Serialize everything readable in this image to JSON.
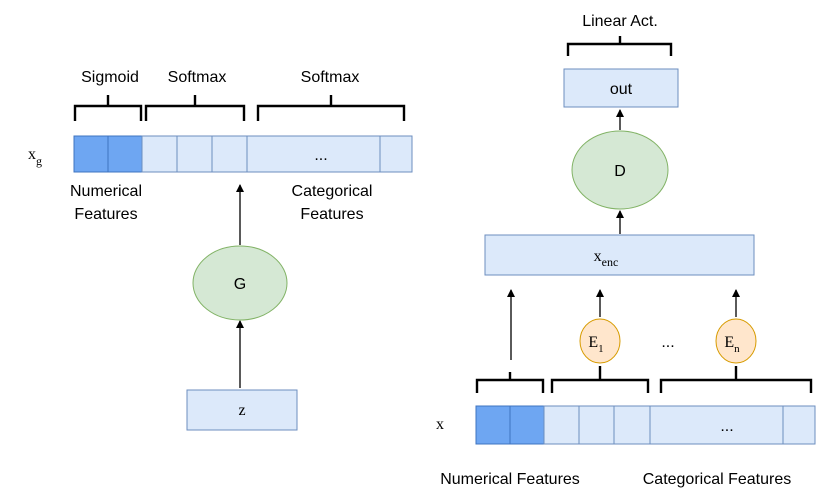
{
  "generator": {
    "brackets": {
      "sigmoid": "Sigmoid",
      "softmax_1": "Softmax",
      "softmax_2": "Softmax"
    },
    "x_g_base": "x",
    "x_g_sub": "g",
    "ellipsis": "...",
    "numerical_line1": "Numerical",
    "numerical_line2": "Features",
    "categorical_line1": "Categorical",
    "categorical_line2": "Features",
    "node": "G",
    "input": "z"
  },
  "discriminator": {
    "activation": "Linear Act.",
    "out": "out",
    "node": "D",
    "x_enc_base": "x",
    "x_enc_sub": "enc",
    "e1_base": "E",
    "e1_sub": "1",
    "en_base": "E",
    "en_sub": "n",
    "between_ellipsis": "...",
    "x_label": "x",
    "ellipsis": "...",
    "numerical_label": "Numerical Features",
    "categorical_label": "Categorical Features"
  }
}
